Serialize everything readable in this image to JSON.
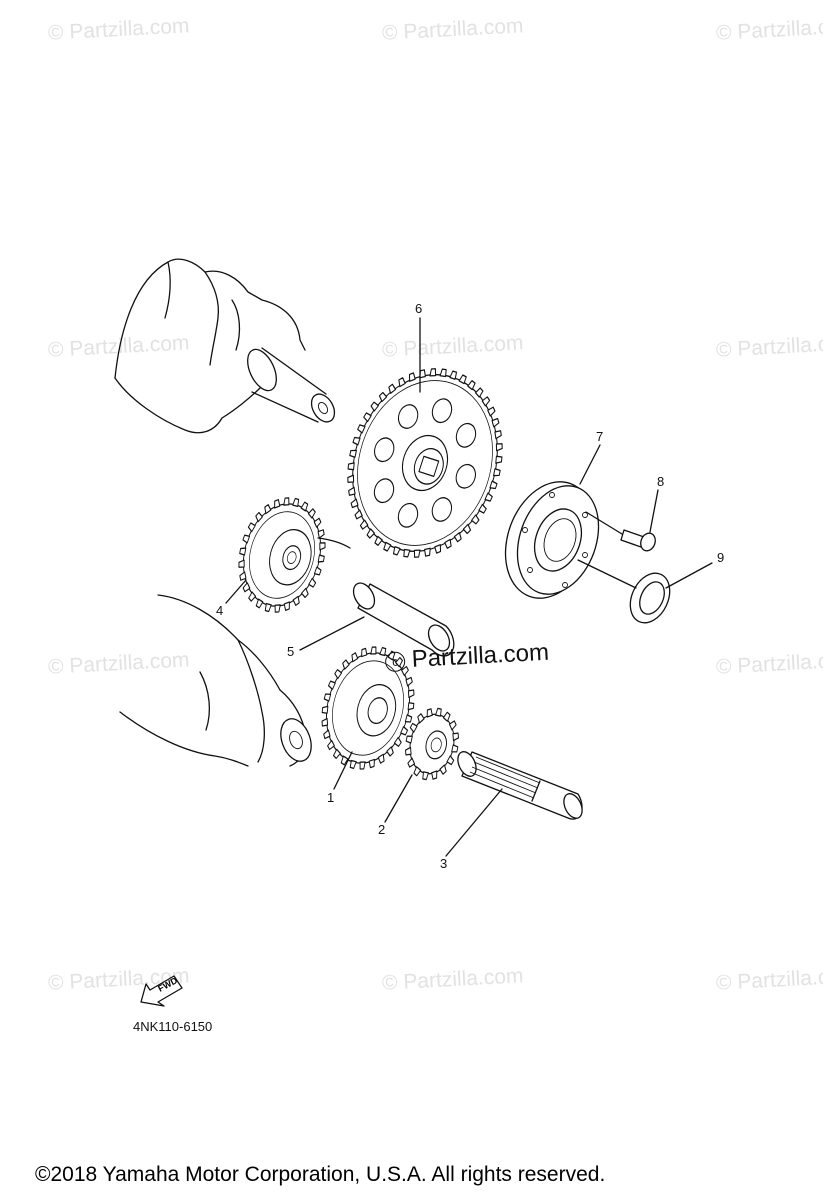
{
  "watermark": "© Partzilla.com",
  "watermark_center": "Partzilla.com",
  "callouts": [
    "1",
    "2",
    "3",
    "4",
    "5",
    "6",
    "7",
    "8",
    "9"
  ],
  "fwd_label": "FWD",
  "part_code": "4NK110-6150",
  "copyright": "©2018  Yamaha Motor Corporation, U.S.A. All rights reserved."
}
